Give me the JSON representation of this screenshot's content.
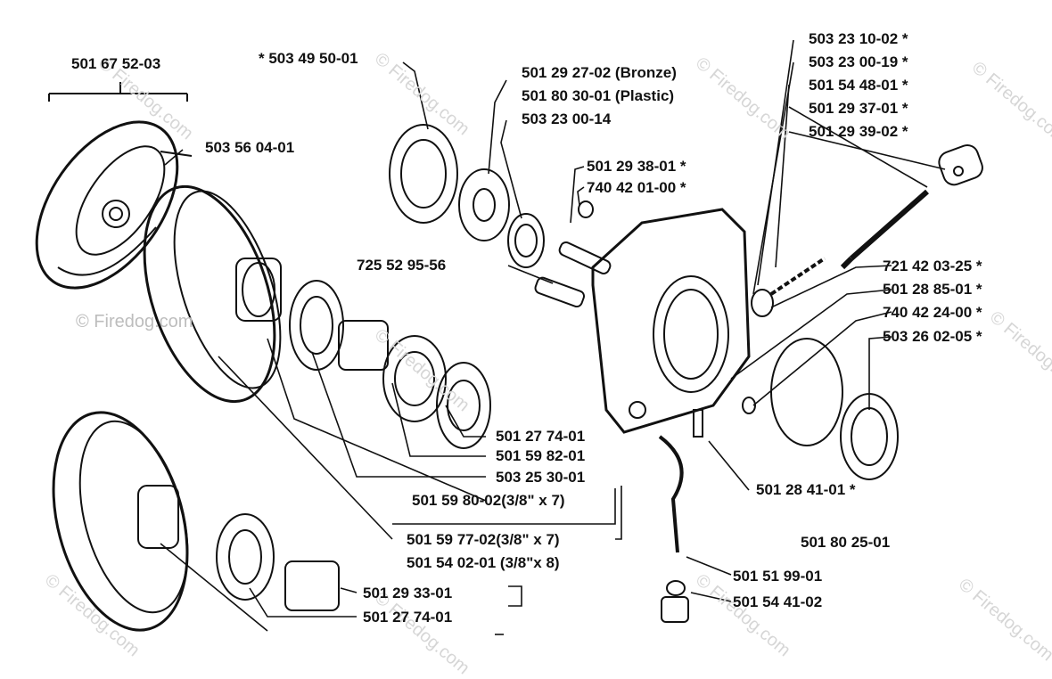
{
  "watermark": "© Firedog.com",
  "labels": {
    "clutch_assembly": "501 67 52-03",
    "clutch_shoe": "503 56 04-01",
    "washer_top": "* 503 49 50-01",
    "bronze": "501 29 27-02 (Bronze)",
    "plastic": "501 80 30-01 (Plastic)",
    "washer_small": "503 23 00-14",
    "pin": "501 29 38-01 *",
    "pin2": "740 42 01-00 *",
    "bolt": "725 52 95-56",
    "r1": "503 23 10-02 *",
    "r2": "503 23 00-19 *",
    "r3": "501 54 48-01 *",
    "r4": "501 29 37-01 *",
    "r5": "501 29 39-02 *",
    "m1": "721 42 03-25 *",
    "m2": "501 28 85-01 *",
    "m3": "740 42 24-00 *",
    "m4": "503 26 02-05 *",
    "c1": "501 27 74-01",
    "c2": "501 59 82-01",
    "c3": "503 25 30-01",
    "c4": "501 59 80-02(3/8\" x 7)",
    "c5": "501 59 77-02(3/8\" x 7)",
    "c6": "501 54 02-01 (3/8\"x 8)",
    "b1": "501 29 33-01",
    "b2": "501 27 74-01",
    "screw": "501 28 41-01 *",
    "pump": "501 80 25-01",
    "hose": "501 51 99-01",
    "filter": "501 54 41-02"
  }
}
